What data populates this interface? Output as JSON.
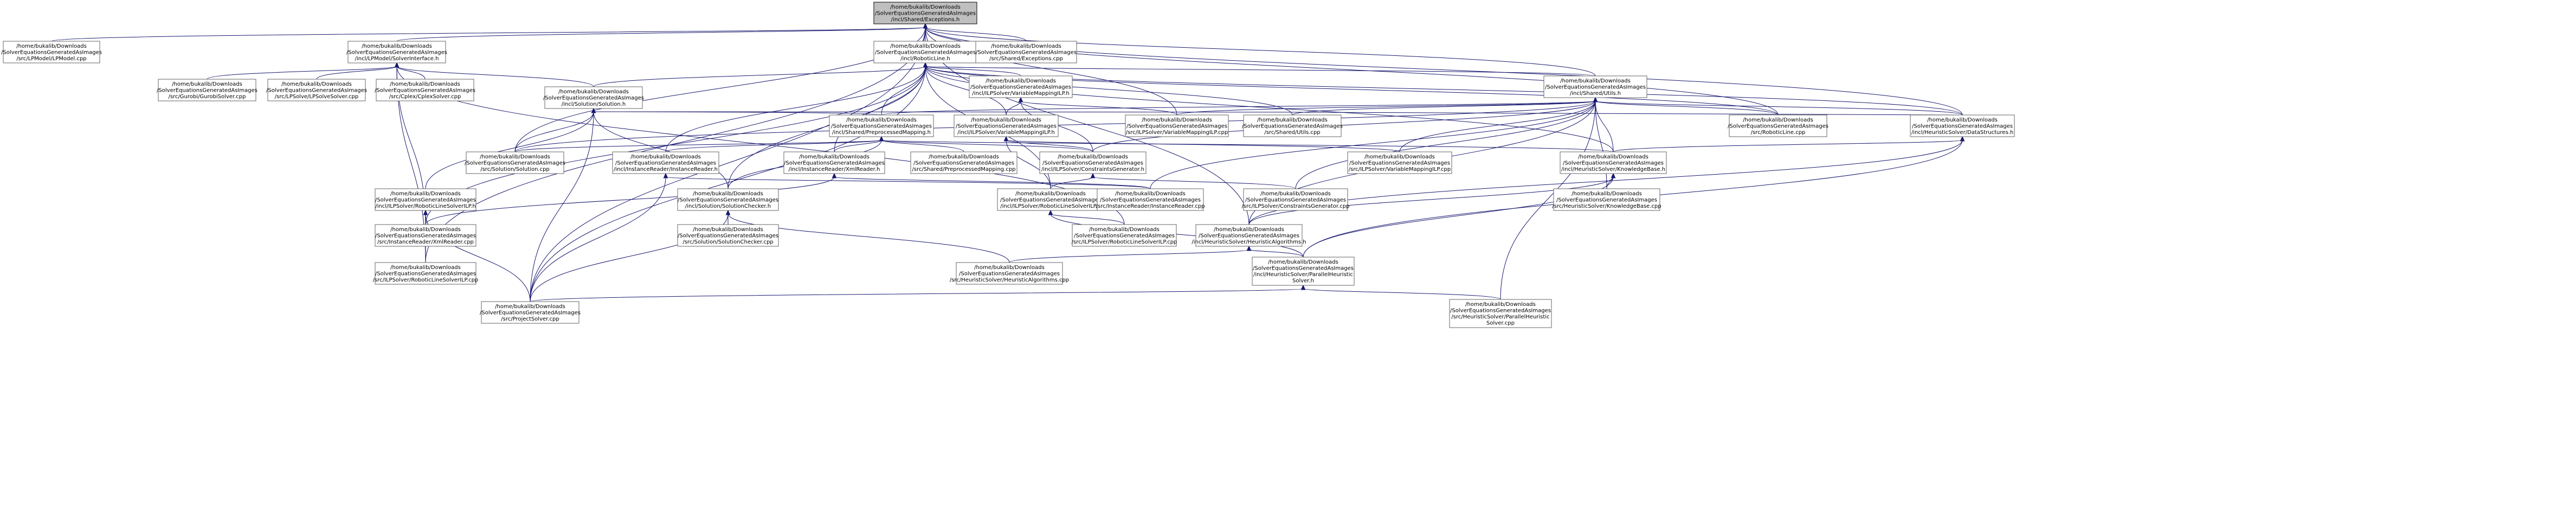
{
  "graph": {
    "nodes": [
      {
        "id": "exceptions_h",
        "root": true,
        "lines": [
          "/home/bukalib/Downloads",
          "/SolverEquationsGeneratedAsImages",
          "/incl/Shared/Exceptions.h"
        ]
      },
      {
        "id": "lp_model_cpp",
        "lines": [
          "/home/bukalib/Downloads",
          "/SolverEquationsGeneratedAsImages",
          "/src/LPModel/LPModel.cpp"
        ]
      },
      {
        "id": "lp_model_solver_iface_h",
        "lines": [
          "/home/bukalib/Downloads",
          "/SolverEquationsGeneratedAsImages",
          "/incl/LPModel/SolverInterface.h"
        ]
      },
      {
        "id": "robotic_line_h",
        "lines": [
          "/home/bukalib/Downloads",
          "/SolverEquationsGeneratedAsImages",
          "/incl/RoboticLine.h"
        ]
      },
      {
        "id": "shared_exceptions_cpp",
        "lines": [
          "/home/bukalib/Downloads",
          "/SolverEquationsGeneratedAsImages",
          "/src/Shared/Exceptions.cpp"
        ]
      },
      {
        "id": "shared_utils_h",
        "lines": [
          "/home/bukalib/Downloads",
          "/SolverEquationsGeneratedAsImages",
          "/incl/Shared/Utils.h"
        ]
      },
      {
        "id": "gurobi_solver_cpp",
        "lines": [
          "/home/bukalib/Downloads",
          "/SolverEquationsGeneratedAsImages",
          "/src/Gurobi/GurobiSolver.cpp"
        ]
      },
      {
        "id": "lp_solve_solver_cpp",
        "lines": [
          "/home/bukalib/Downloads",
          "/SolverEquationsGeneratedAsImages",
          "/src/LPSolve/LPSolveSolver.cpp"
        ]
      },
      {
        "id": "cplex_solver_cpp",
        "lines": [
          "/home/bukalib/Downloads",
          "/SolverEquationsGeneratedAsImages",
          "/src/Cplex/CplexSolver.cpp"
        ]
      },
      {
        "id": "solution_h",
        "lines": [
          "/home/bukalib/Downloads",
          "/SolverEquationsGeneratedAsImages",
          "/incl/Solution/Solution.h"
        ]
      },
      {
        "id": "variable_mapping_lp_h",
        "lines": [
          "/home/bukalib/Downloads",
          "/SolverEquationsGeneratedAsImages",
          "/incl/ILPSolver/VariableMappingILP.h"
        ]
      },
      {
        "id": "robotic_line_cpp",
        "lines": [
          "/home/bukalib/Downloads",
          "/SolverEquationsGeneratedAsImages",
          "/src/RoboticLine.cpp"
        ]
      },
      {
        "id": "heuristic_data_structures_h",
        "lines": [
          "/home/bukalib/Downloads",
          "/SolverEquationsGeneratedAsImages",
          "/incl/HeuristicSolver/DataStructures.h"
        ]
      },
      {
        "id": "shared_preprocessed_mapping_h",
        "lines": [
          "/home/bukalib/Downloads",
          "/SolverEquationsGeneratedAsImages",
          "/incl/Shared/PreprocessedMapping.h"
        ]
      },
      {
        "id": "ilp_solver_variable_mapping_ilp_h",
        "lines": [
          "/home/bukalib/Downloads",
          "/SolverEquationsGeneratedAsImages",
          "/incl/ILPSolver/VariableMappingILP.h"
        ]
      },
      {
        "id": "variable_mapping_lp_cpp",
        "lines": [
          "/home/bukalib/Downloads",
          "/SolverEquationsGeneratedAsImages",
          "/src/ILPSolver/VariableMappingILP.cpp"
        ]
      },
      {
        "id": "shared_utils_cpp",
        "lines": [
          "/home/bukalib/Downloads",
          "/SolverEquationsGeneratedAsImages",
          "/src/Shared/Utils.cpp"
        ]
      },
      {
        "id": "solution_cpp",
        "lines": [
          "/home/bukalib/Downloads",
          "/SolverEquationsGeneratedAsImages",
          "/src/Solution/Solution.cpp"
        ]
      },
      {
        "id": "instance_reader_h",
        "lines": [
          "/home/bukalib/Downloads",
          "/SolverEquationsGeneratedAsImages",
          "/incl/InstanceReader/InstanceReader.h"
        ]
      },
      {
        "id": "xml_reader_h",
        "lines": [
          "/home/bukalib/Downloads",
          "/SolverEquationsGeneratedAsImages",
          "/incl/InstanceReader/XmlReader.h"
        ]
      },
      {
        "id": "shared_preprocessed_mapping_cpp",
        "lines": [
          "/home/bukalib/Downloads",
          "/SolverEquationsGeneratedAsImages",
          "/src/Shared/PreprocessedMapping.cpp"
        ]
      },
      {
        "id": "ilp_constraints_generator_h",
        "lines": [
          "/home/bukalib/Downloads",
          "/SolverEquationsGeneratedAsImages",
          "/incl/ILPSolver/ConstraintsGenerator.h"
        ]
      },
      {
        "id": "ilp_solver_variable_mapping_ilp_cpp",
        "lines": [
          "/home/bukalib/Downloads",
          "/SolverEquationsGeneratedAsImages",
          "/src/ILPSolver/VariableMappingILP.cpp"
        ]
      },
      {
        "id": "knowledge_base_h",
        "lines": [
          "/home/bukalib/Downloads",
          "/SolverEquationsGeneratedAsImages",
          "/incl/HeuristicSolver/KnowledgeBase.h"
        ]
      },
      {
        "id": "xml_reader_cpp",
        "lines": [
          "/home/bukalib/Downloads",
          "/SolverEquationsGeneratedAsImages",
          "/src/InstanceReader/XmlReader.cpp"
        ]
      },
      {
        "id": "ilp_solver_robotic_line_solver_ilp_h",
        "lines": [
          "/home/bukalib/Downloads",
          "/SolverEquationsGeneratedAsImages",
          "/incl/ILPSolver/RoboticLineSolverILP.h"
        ]
      },
      {
        "id": "solution_checker_h",
        "lines": [
          "/home/bukalib/Downloads",
          "/SolverEquationsGeneratedAsImages",
          "/incl/Solution/SolutionChecker.h"
        ]
      },
      {
        "id": "solution_checker_cpp",
        "lines": [
          "/home/bukalib/Downloads",
          "/SolverEquationsGeneratedAsImages",
          "/src/Solution/SolutionChecker.cpp"
        ]
      },
      {
        "id": "robotic_line_solver_ilp_h",
        "lines": [
          "/home/bukalib/Downloads",
          "/SolverEquationsGeneratedAsImages",
          "/incl/ILPSolver/RoboticLineSolverILP.h"
        ]
      },
      {
        "id": "instance_reader_cpp",
        "lines": [
          "/home/bukalib/Downloads",
          "/SolverEquationsGeneratedAsImages",
          "/src/InstanceReader/InstanceReader.cpp"
        ]
      },
      {
        "id": "constraints_generator_cpp",
        "lines": [
          "/home/bukalib/Downloads",
          "/SolverEquationsGeneratedAsImages",
          "/src/ILPSolver/ConstraintsGenerator.cpp"
        ]
      },
      {
        "id": "knowledge_base_cpp",
        "lines": [
          "/home/bukalib/Downloads",
          "/SolverEquationsGeneratedAsImages",
          "/src/HeuristicSolver/KnowledgeBase.cpp"
        ]
      },
      {
        "id": "robotic_line_solver_ilp_cpp",
        "lines": [
          "/home/bukalib/Downloads",
          "/SolverEquationsGeneratedAsImages",
          "/src/ILPSolver/RoboticLineSolverILP.cpp"
        ]
      },
      {
        "id": "ilp_solver_robotic_line_solver_ilp_cpp",
        "lines": [
          "/home/bukalib/Downloads",
          "/SolverEquationsGeneratedAsImages",
          "/src/ILPSolver/RoboticLineSolverILP.cpp"
        ]
      },
      {
        "id": "heuristic_algorithms_h",
        "lines": [
          "/home/bukalib/Downloads",
          "/SolverEquationsGeneratedAsImages",
          "/incl/HeuristicSolver/HeuristicAlgorithms.h"
        ]
      },
      {
        "id": "heuristic_algorithms_cpp",
        "lines": [
          "/home/bukalib/Downloads",
          "/SolverEquationsGeneratedAsImages",
          "/src/HeuristicSolver/HeuristicAlgorithms.cpp"
        ]
      },
      {
        "id": "parallel_heuristic_solver_h",
        "lines": [
          "/home/bukalib/Downloads",
          "/SolverEquationsGeneratedAsImages",
          "/incl/HeuristicSolver/ParallelHeuristic",
          "Solver.h"
        ]
      },
      {
        "id": "project_solver_cpp",
        "lines": [
          "/home/bukalib/Downloads",
          "/SolverEquationsGeneratedAsImages",
          "/src/ProjectSolver.cpp"
        ]
      },
      {
        "id": "parallel_heuristic_solver_cpp",
        "lines": [
          "/home/bukalib/Downloads",
          "/SolverEquationsGeneratedAsImages",
          "/src/HeuristicSolver/ParallelHeuristic",
          "Solver.cpp"
        ]
      }
    ],
    "edges": [
      [
        "exceptions_h",
        "lp_model_cpp"
      ],
      [
        "exceptions_h",
        "lp_model_solver_iface_h"
      ],
      [
        "exceptions_h",
        "robotic_line_h"
      ],
      [
        "exceptions_h",
        "shared_exceptions_cpp"
      ],
      [
        "exceptions_h",
        "shared_utils_h"
      ],
      [
        "exceptions_h",
        "heuristic_data_structures_h"
      ],
      [
        "exceptions_h",
        "solution_cpp"
      ],
      [
        "exceptions_h",
        "project_solver_cpp"
      ],
      [
        "exceptions_h",
        "robotic_line_solver_ilp_cpp"
      ],
      [
        "exceptions_h",
        "robotic_line_cpp"
      ],
      [
        "exceptions_h",
        "heuristic_algorithms_h"
      ],
      [
        "exceptions_h",
        "variable_mapping_lp_cpp"
      ],
      [
        "lp_model_solver_iface_h",
        "gurobi_solver_cpp"
      ],
      [
        "lp_model_solver_iface_h",
        "lp_solve_solver_cpp"
      ],
      [
        "lp_model_solver_iface_h",
        "cplex_solver_cpp"
      ],
      [
        "lp_model_solver_iface_h",
        "solution_h"
      ],
      [
        "lp_model_solver_iface_h",
        "xml_reader_cpp"
      ],
      [
        "lp_model_solver_iface_h",
        "robotic_line_solver_ilp_cpp"
      ],
      [
        "lp_model_solver_iface_h",
        "ilp_solver_robotic_line_solver_ilp_cpp"
      ],
      [
        "robotic_line_h",
        "solution_h"
      ],
      [
        "robotic_line_h",
        "variable_mapping_lp_h"
      ],
      [
        "robotic_line_h",
        "robotic_line_cpp"
      ],
      [
        "robotic_line_h",
        "shared_utils_h"
      ],
      [
        "robotic_line_h",
        "shared_preprocessed_mapping_h"
      ],
      [
        "robotic_line_h",
        "ilp_solver_variable_mapping_ilp_h"
      ],
      [
        "robotic_line_h",
        "instance_reader_h"
      ],
      [
        "robotic_line_h",
        "xml_reader_h"
      ],
      [
        "robotic_line_h",
        "solution_checker_h"
      ],
      [
        "robotic_line_h",
        "heuristic_data_structures_h"
      ],
      [
        "robotic_line_h",
        "project_solver_cpp"
      ],
      [
        "robotic_line_h",
        "xml_reader_cpp"
      ],
      [
        "robotic_line_h",
        "shared_utils_cpp"
      ],
      [
        "robotic_line_h",
        "ilp_solver_robotic_line_solver_ilp_h"
      ],
      [
        "robotic_line_h",
        "knowledge_base_h"
      ],
      [
        "shared_utils_h",
        "shared_utils_cpp"
      ],
      [
        "shared_utils_h",
        "robotic_line_cpp"
      ],
      [
        "shared_utils_h",
        "heuristic_data_structures_h"
      ],
      [
        "shared_utils_h",
        "shared_preprocessed_mapping_h"
      ],
      [
        "shared_utils_h",
        "variable_mapping_lp_cpp"
      ],
      [
        "shared_utils_h",
        "solution_cpp"
      ],
      [
        "shared_utils_h",
        "ilp_constraints_generator_h"
      ],
      [
        "shared_utils_h",
        "knowledge_base_h"
      ],
      [
        "shared_utils_h",
        "ilp_solver_variable_mapping_ilp_cpp"
      ],
      [
        "shared_utils_h",
        "constraints_generator_cpp"
      ],
      [
        "shared_utils_h",
        "knowledge_base_cpp"
      ],
      [
        "shared_utils_h",
        "heuristic_algorithms_h"
      ],
      [
        "shared_utils_h",
        "instance_reader_cpp"
      ],
      [
        "shared_utils_h",
        "parallel_heuristic_solver_cpp"
      ],
      [
        "solution_h",
        "solution_cpp"
      ],
      [
        "solution_h",
        "shared_preprocessed_mapping_h"
      ],
      [
        "solution_h",
        "solution_checker_h"
      ],
      [
        "solution_h",
        "robotic_line_solver_ilp_h"
      ],
      [
        "solution_h",
        "project_solver_cpp"
      ],
      [
        "solution_h",
        "heuristic_data_structures_h"
      ],
      [
        "variable_mapping_lp_h",
        "ilp_solver_variable_mapping_ilp_h"
      ],
      [
        "variable_mapping_lp_h",
        "variable_mapping_lp_cpp"
      ],
      [
        "variable_mapping_lp_h",
        "ilp_constraints_generator_h"
      ],
      [
        "shared_preprocessed_mapping_h",
        "solution_cpp"
      ],
      [
        "shared_preprocessed_mapping_h",
        "instance_reader_h"
      ],
      [
        "shared_preprocessed_mapping_h",
        "xml_reader_h"
      ],
      [
        "shared_preprocessed_mapping_h",
        "shared_preprocessed_mapping_cpp"
      ],
      [
        "shared_preprocessed_mapping_h",
        "ilp_constraints_generator_h"
      ],
      [
        "shared_preprocessed_mapping_h",
        "knowledge_base_h"
      ],
      [
        "shared_preprocessed_mapping_h",
        "solution_checker_h"
      ],
      [
        "ilp_solver_variable_mapping_ilp_h",
        "ilp_solver_variable_mapping_ilp_cpp"
      ],
      [
        "ilp_solver_variable_mapping_ilp_h",
        "ilp_constraints_generator_h"
      ],
      [
        "ilp_solver_variable_mapping_ilp_h",
        "ilp_solver_robotic_line_solver_ilp_h"
      ],
      [
        "instance_reader_h",
        "instance_reader_cpp"
      ],
      [
        "instance_reader_h",
        "project_solver_cpp"
      ],
      [
        "xml_reader_h",
        "xml_reader_cpp"
      ],
      [
        "xml_reader_h",
        "instance_reader_cpp"
      ],
      [
        "solution_checker_h",
        "solution_checker_cpp"
      ],
      [
        "solution_checker_h",
        "project_solver_cpp"
      ],
      [
        "solution_checker_h",
        "heuristic_algorithms_cpp"
      ],
      [
        "ilp_constraints_generator_h",
        "constraints_generator_cpp"
      ],
      [
        "ilp_constraints_generator_h",
        "ilp_solver_robotic_line_solver_ilp_h"
      ],
      [
        "ilp_solver_robotic_line_solver_ilp_h",
        "ilp_solver_robotic_line_solver_ilp_cpp"
      ],
      [
        "ilp_solver_robotic_line_solver_ilp_h",
        "parallel_heuristic_solver_h"
      ],
      [
        "robotic_line_solver_ilp_h",
        "robotic_line_solver_ilp_cpp"
      ],
      [
        "robotic_line_solver_ilp_h",
        "project_solver_cpp"
      ],
      [
        "heuristic_data_structures_h",
        "knowledge_base_h"
      ],
      [
        "heuristic_data_structures_h",
        "heuristic_algorithms_h"
      ],
      [
        "heuristic_data_structures_h",
        "parallel_heuristic_solver_h"
      ],
      [
        "knowledge_base_h",
        "knowledge_base_cpp"
      ],
      [
        "knowledge_base_h",
        "heuristic_algorithms_h"
      ],
      [
        "knowledge_base_h",
        "parallel_heuristic_solver_h"
      ],
      [
        "heuristic_algorithms_h",
        "heuristic_algorithms_cpp"
      ],
      [
        "heuristic_algorithms_h",
        "parallel_heuristic_solver_h"
      ],
      [
        "parallel_heuristic_solver_h",
        "parallel_heuristic_solver_cpp"
      ],
      [
        "parallel_heuristic_solver_h",
        "project_solver_cpp"
      ]
    ]
  },
  "colors": {
    "edge": "#191970",
    "node_border": "#666666",
    "root_fill": "#bfbfbf",
    "node_fill": "#ffffff"
  }
}
